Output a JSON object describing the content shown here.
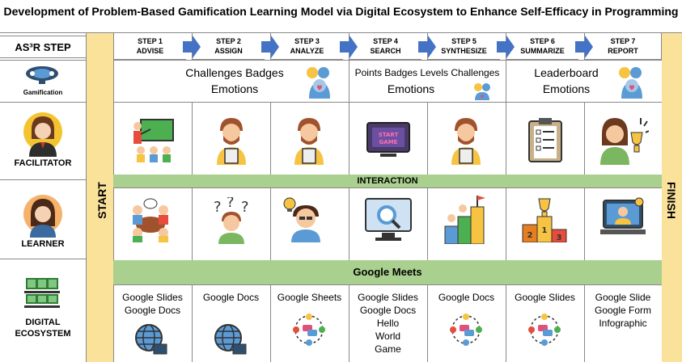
{
  "title": "Development of Problem-Based Gamification Learning Model via Digital Ecosystem to Enhance Self-Efficacy in Programming",
  "left_column": {
    "header": "AS³R STEP",
    "gamification": "Gamification",
    "facilitator": "FACILITATOR",
    "learner": "LEARNER",
    "digital_ecosystem": "DIGITAL ECOSYSTEM"
  },
  "start_label": "START",
  "finish_label": "FINISH",
  "steps": [
    {
      "num": "STEP 1",
      "name": "ADVISE"
    },
    {
      "num": "STEP 2",
      "name": "ASSIGN"
    },
    {
      "num": "STEP 3",
      "name": "ANALYZE"
    },
    {
      "num": "STEP 4",
      "name": "SEARCH"
    },
    {
      "num": "STEP 5",
      "name": "SYNTHESIZE"
    },
    {
      "num": "STEP 6",
      "name": "SUMMARIZE"
    },
    {
      "num": "STEP 7",
      "name": "REPORT"
    }
  ],
  "gamification_row": [
    {
      "line1": "Challenges Badges",
      "line2": "Emotions"
    },
    {
      "line1": "Points Badges Levels Challenges",
      "line2": "Emotions"
    },
    {
      "line1": "Leaderboard",
      "line2": "Emotions"
    }
  ],
  "interaction_label": "INTERACTION",
  "google_meets_label": "Google Meets",
  "ecosystem": [
    [
      "Google Slides",
      "Google Docs"
    ],
    [
      "Google Docs"
    ],
    [
      "Google Sheets"
    ],
    [
      "Google Slides",
      "Google Docs",
      "Hello World Game"
    ],
    [
      "Google Docs"
    ],
    [
      "Google Slides"
    ],
    [
      "Google Slide",
      "Google Form",
      "Infographic"
    ]
  ],
  "start_game_text": "START GAME",
  "podium_digits": [
    "2",
    "1",
    "3"
  ],
  "colors": {
    "arrow_blue": "#4472c4",
    "band_green": "#a9d08e",
    "start_finish_yellow": "#fbe29b"
  }
}
